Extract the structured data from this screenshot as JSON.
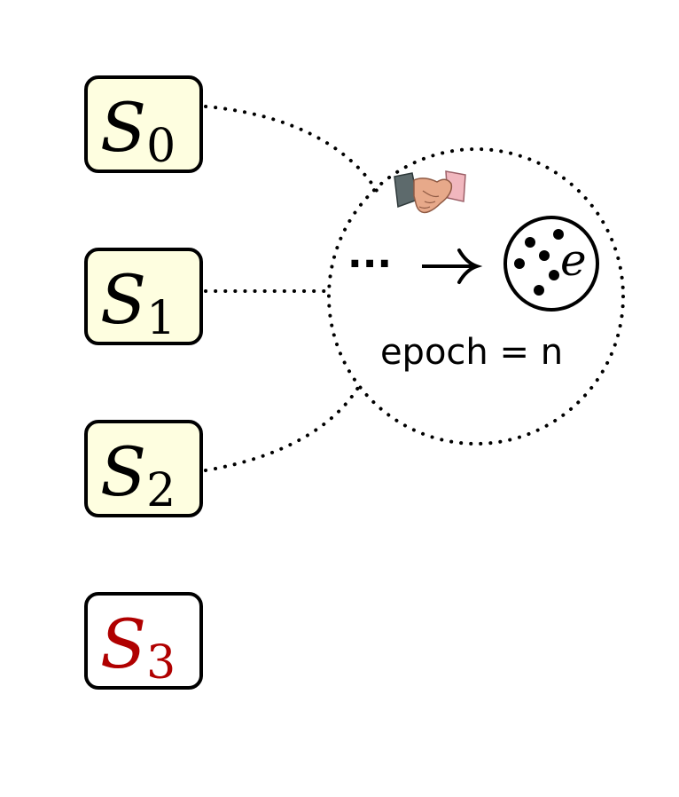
{
  "nodes": [
    {
      "base": "S",
      "sub": "0",
      "color": "#000000",
      "active": true
    },
    {
      "base": "S",
      "sub": "1",
      "color": "#000000",
      "active": true
    },
    {
      "base": "S",
      "sub": "2",
      "color": "#000000",
      "active": true
    },
    {
      "base": "S",
      "sub": "3",
      "color": "#b00000",
      "active": false
    }
  ],
  "colors": {
    "active_fill": "#fefee0",
    "inactive_fill": "#ffffff",
    "stroke": "#000000",
    "highlight": "#b00000"
  },
  "handshake": {
    "icon": "handshake-icon"
  },
  "flow": {
    "ellipsis": "···",
    "arrow": "→",
    "pool_label": "e",
    "pool_icon": "entropy-pool-icon"
  },
  "epoch_label": "epoch = n"
}
